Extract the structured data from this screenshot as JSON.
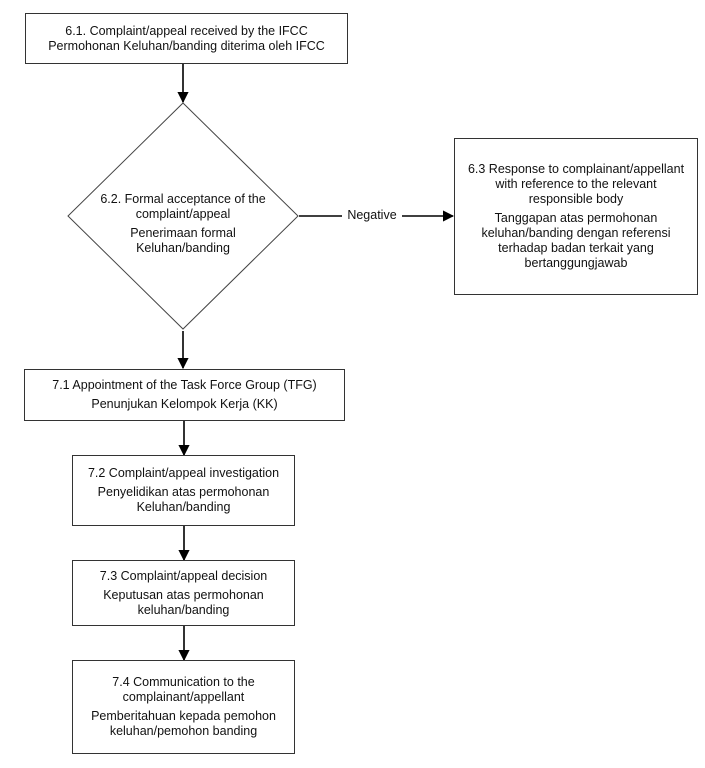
{
  "nodes": {
    "n61": {
      "line1": "6.1. Complaint/appeal received by the IFCC\nPermohonan Keluhan/banding diterima oleh IFCC"
    },
    "n62": {
      "en": "6.2. Formal acceptance of the\ncomplaint/appeal",
      "id": "Penerimaan formal\nKeluhan/banding"
    },
    "n63": {
      "en": "6.3 Response to complainant/appellant\nwith reference to the relevant\nresponsible body",
      "id": "Tanggapan atas permohonan\nkeluhan/banding dengan referensi\nterhadap badan terkait yang\nbertanggungjawab"
    },
    "n71": {
      "en": "7.1 Appointment of the Task Force Group (TFG)",
      "id": "Penunjukan Kelompok Kerja (KK)"
    },
    "n72": {
      "en": "7.2 Complaint/appeal investigation",
      "id": "Penyelidikan atas permohonan\nKeluhan/banding"
    },
    "n73": {
      "en": "7.3 Complaint/appeal decision",
      "id": "Keputusan atas permohonan\nkeluhan/banding"
    },
    "n74": {
      "en": "7.4 Communication to the\ncomplainant/appellant",
      "id": "Pemberitahuan kepada pemohon\nkeluhan/pemohon banding"
    }
  },
  "edges": {
    "negative_label": "Negative"
  }
}
